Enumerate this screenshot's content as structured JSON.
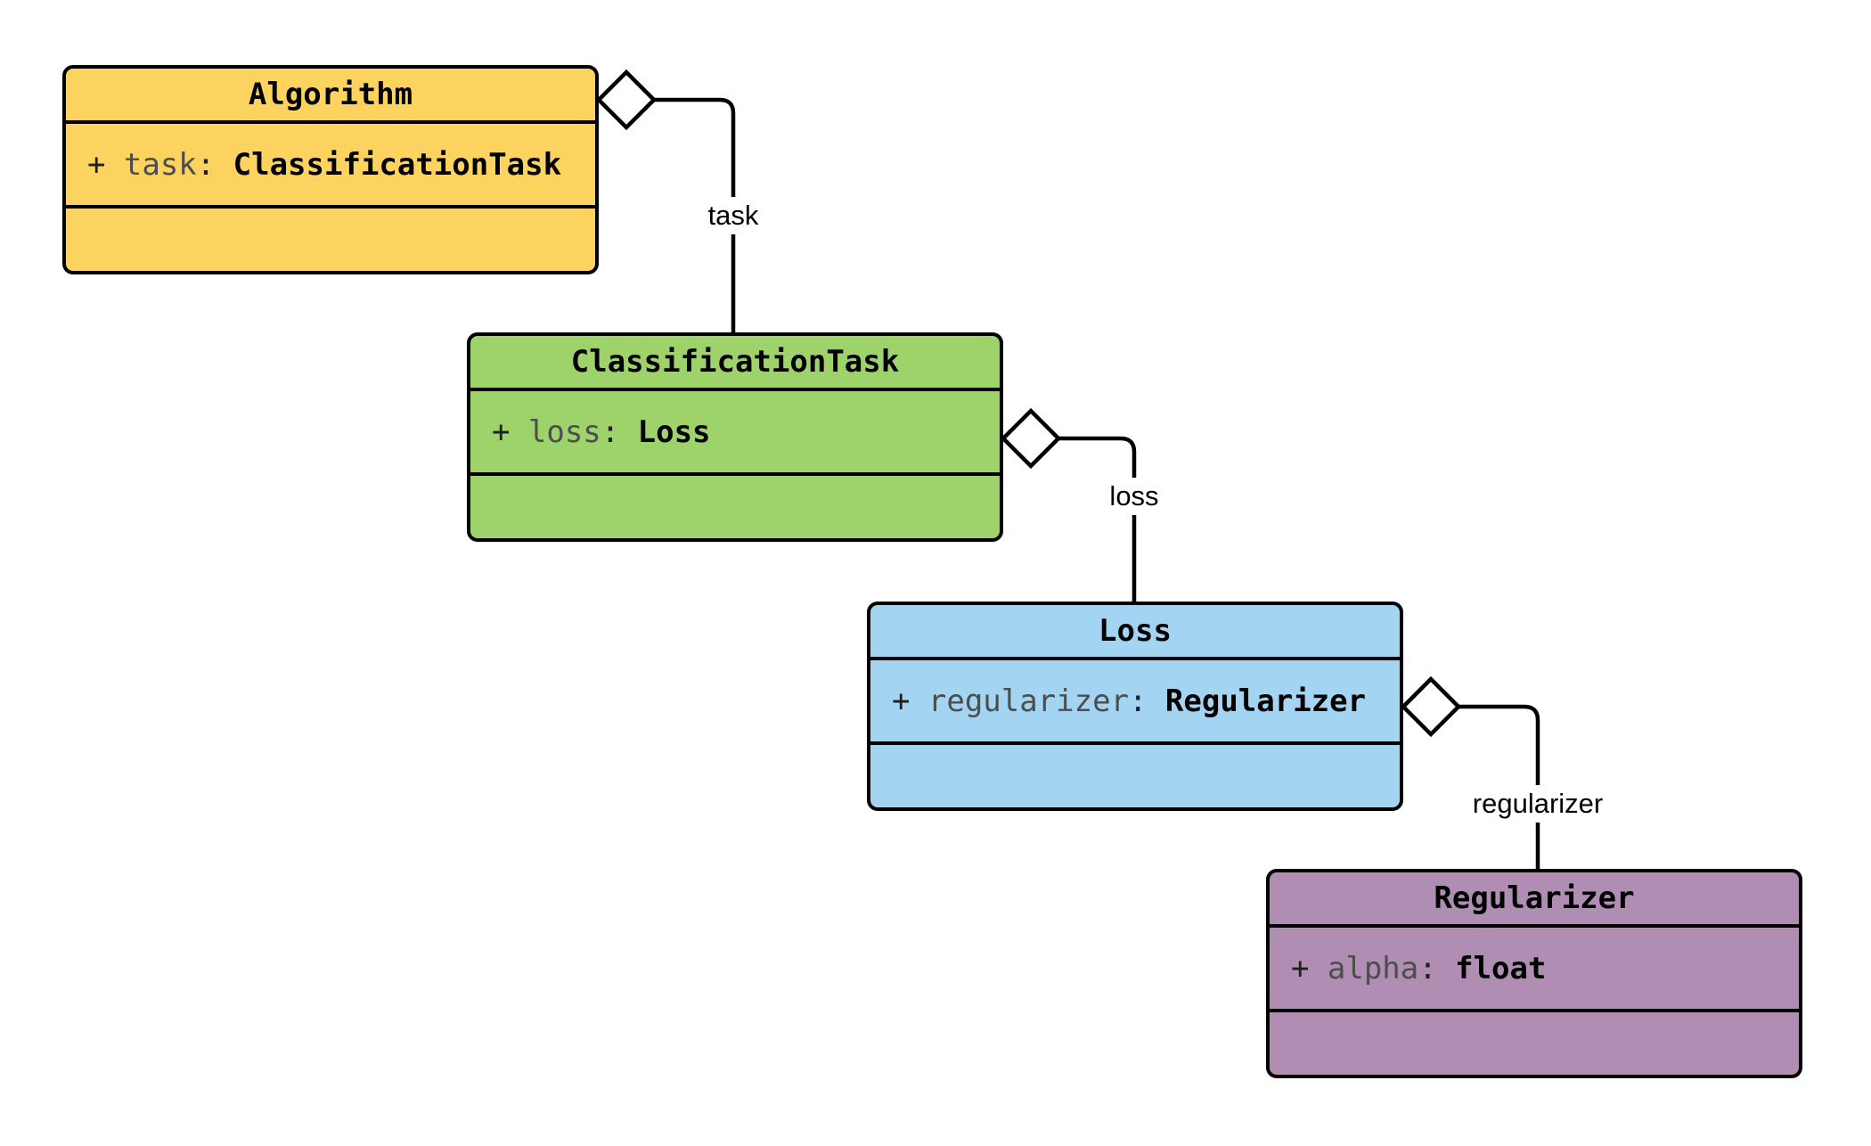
{
  "diagram": {
    "type": "uml-class-diagram",
    "background": "#ffffff",
    "edge_color": "#000000",
    "border_color": "#000000"
  },
  "classes": [
    {
      "name": "Algorithm",
      "fill": "#FCD35E",
      "attribute": {
        "visibility": "+",
        "name": "task",
        "separator": ":",
        "type": "ClassificationTask"
      }
    },
    {
      "name": "ClassificationTask",
      "fill": "#9ED36C",
      "attribute": {
        "visibility": "+",
        "name": "loss",
        "separator": ":",
        "type": "Loss"
      }
    },
    {
      "name": "Loss",
      "fill": "#A3D5F2",
      "attribute": {
        "visibility": "+",
        "name": "regularizer",
        "separator": ":",
        "type": "Regularizer"
      }
    },
    {
      "name": "Regularizer",
      "fill": "#B08DB3",
      "attribute": {
        "visibility": "+",
        "name": "alpha",
        "separator": ":",
        "type": "float"
      }
    }
  ],
  "edges": [
    {
      "kind": "aggregation",
      "from": "Algorithm",
      "to": "ClassificationTask",
      "label": "task"
    },
    {
      "kind": "aggregation",
      "from": "ClassificationTask",
      "to": "Loss",
      "label": "loss"
    },
    {
      "kind": "aggregation",
      "from": "Loss",
      "to": "Regularizer",
      "label": "regularizer"
    }
  ]
}
